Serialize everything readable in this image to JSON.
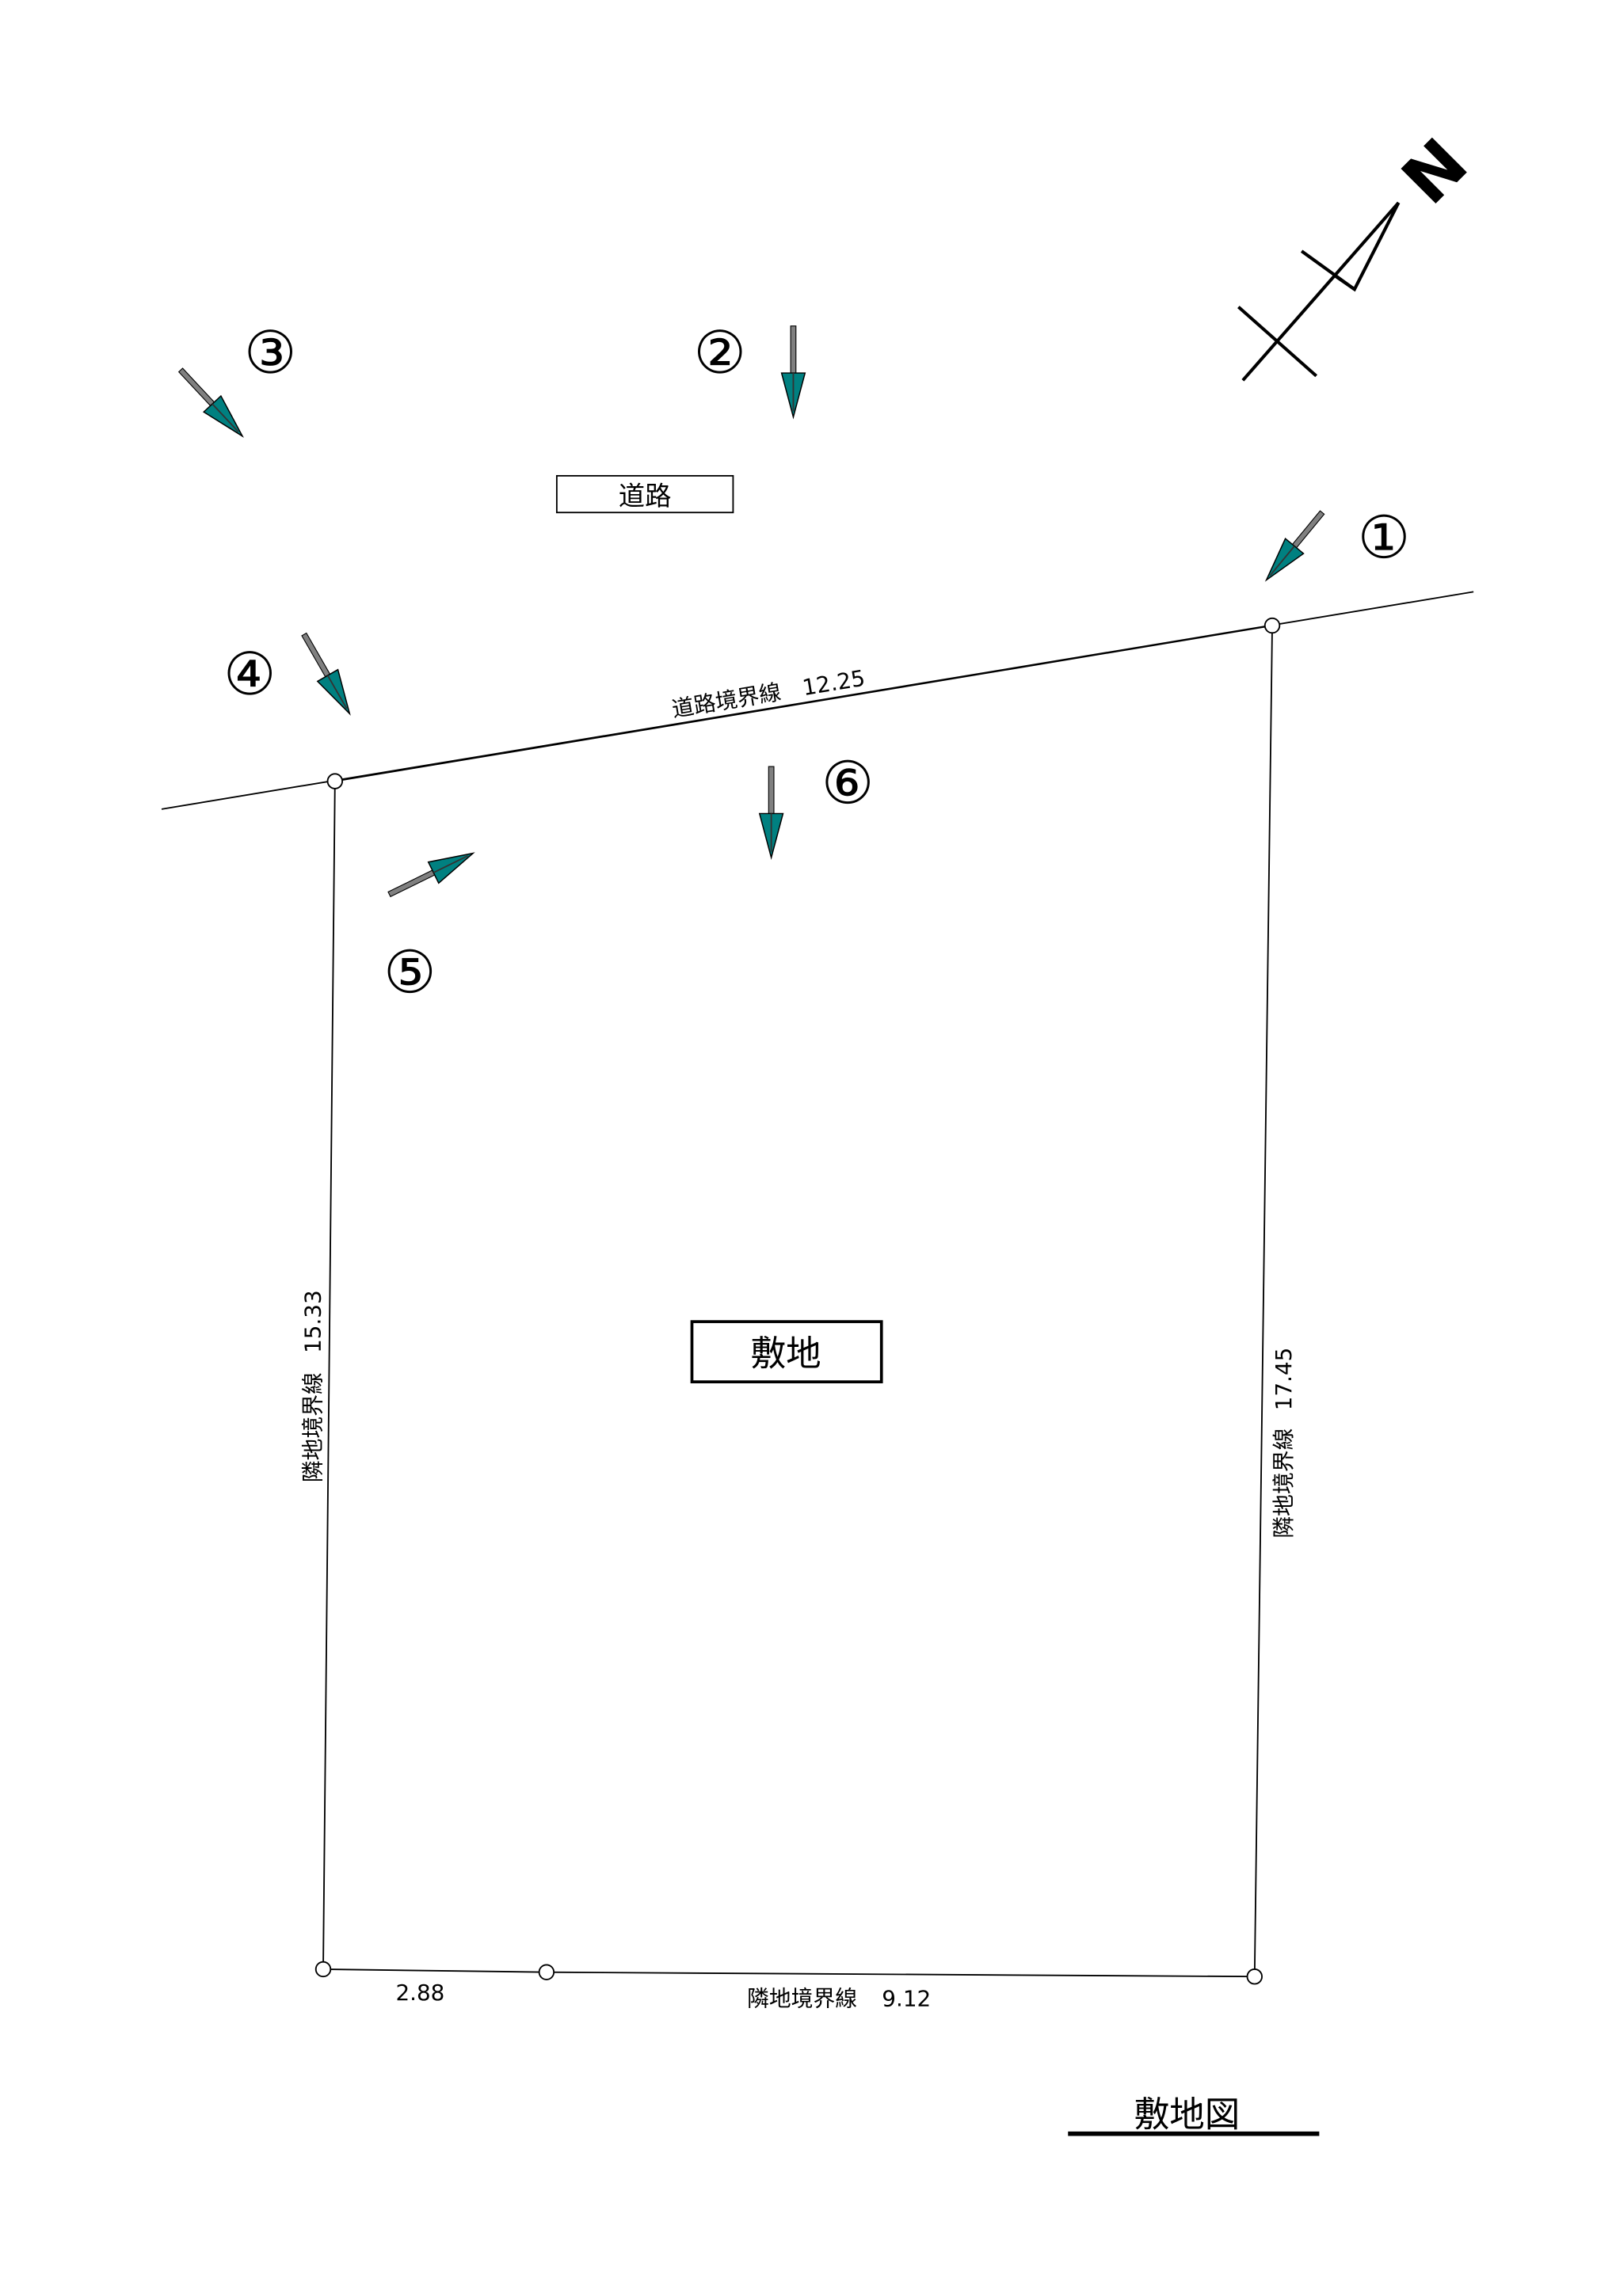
{
  "title": "敷地図",
  "labels": {
    "road": "道路",
    "site": "敷地",
    "north": "N"
  },
  "boundaries": {
    "road": {
      "name": "道路境界線",
      "length": "12.25"
    },
    "left": {
      "name": "隣地境界線",
      "length": "15.33"
    },
    "right": {
      "name": "隣地境界線",
      "length": "17.45"
    },
    "bottom_short": {
      "length": "2.88"
    },
    "bottom": {
      "name": "隣地境界線",
      "length": "9.12"
    }
  },
  "viewpoints": [
    "①",
    "②",
    "③",
    "④",
    "⑤",
    "⑥"
  ],
  "colors": {
    "arrow_head": "#008080",
    "arrow_shaft": "#808080",
    "line": "#000000"
  }
}
